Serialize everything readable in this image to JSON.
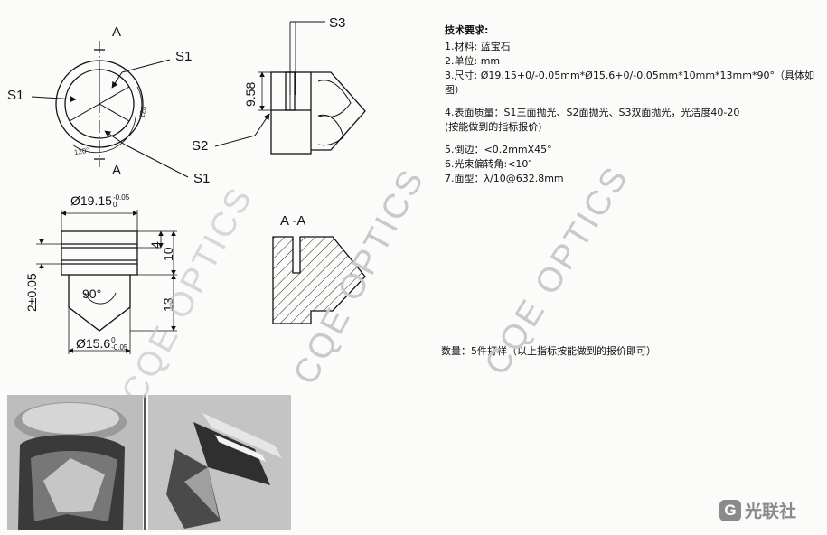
{
  "top_view": {
    "section_mark_top": "A",
    "section_mark_bottom": "A",
    "label_s1_left": "S1",
    "label_s1_top_right": "S1",
    "label_s1_bottom_right": "S1",
    "angle_label_1": "120°",
    "angle_label_2": "120°"
  },
  "side_view": {
    "label_s3": "S3",
    "label_s2": "S2",
    "dim_slot": "9.58"
  },
  "front_view": {
    "dim_top_diameter_main": "Ø19.15",
    "dim_top_diameter_upper": "0",
    "dim_top_diameter_lower": "-0.05",
    "dim_4": "4",
    "dim_10": "10",
    "dim_13": "13",
    "dim_2": "2±0.05",
    "angle_90": "90°",
    "dim_bottom_diameter_main": "Ø15.6",
    "dim_bottom_diameter_upper": "0",
    "dim_bottom_diameter_lower": "-0.05"
  },
  "section_view": {
    "title": "A -A"
  },
  "requirements": {
    "title": "技术要求:",
    "items": [
      "1.材料:  蓝宝石",
      "2.单位:  mm",
      "3.尺寸:  Ø19.15+0/-0.05mm*Ø15.6+0/-0.05mm*10mm*13mm*90°（具体如图）",
      "",
      "4.表面质量：S1三面抛光、S2面抛光、S3双面抛光，光洁度40-20",
      "  (按能做到的指标报价)",
      "",
      "5.倒边：<0.2mmX45°",
      "6.光束偏转角:<10″",
      "7.面型：λ/10@632.8mm"
    ]
  },
  "quantity": "数量：5件打样（以上指标按能做到的报价即可）",
  "watermarks": [
    "CQE OPTICS",
    "CQE OPTICS",
    "CQE OPTICS"
  ],
  "logo": {
    "mark": "G",
    "name": "光联社"
  }
}
